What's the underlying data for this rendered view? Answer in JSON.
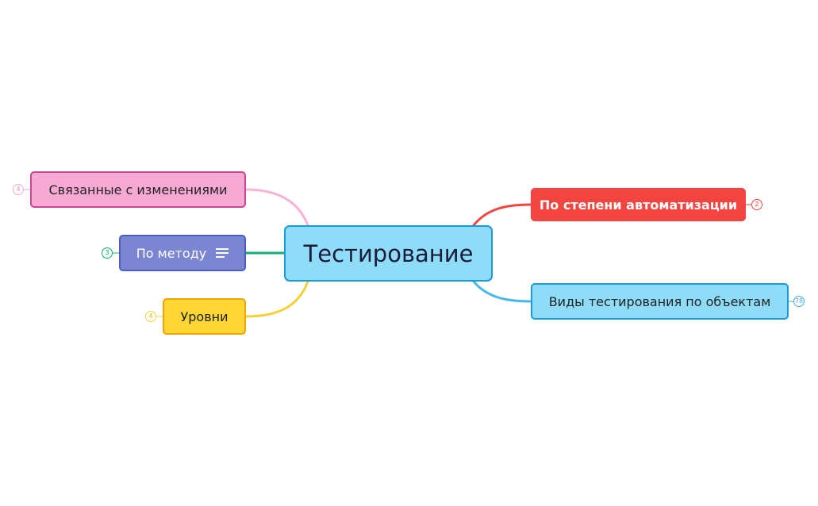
{
  "mindmap": {
    "central": {
      "label": "Тестирование"
    },
    "branches": [
      {
        "id": "changes",
        "label": "Связанные с изменениями",
        "child_count": "4",
        "color": "#f8a9d3"
      },
      {
        "id": "method",
        "label": "По методу",
        "child_count": "3",
        "color": "#7a86d2",
        "icon": "notes-icon"
      },
      {
        "id": "levels",
        "label": "Уровни",
        "child_count": "4",
        "color": "#ffd633"
      },
      {
        "id": "auto",
        "label": "По степени автоматизации",
        "child_count": "2",
        "color": "#f2453f"
      },
      {
        "id": "objects",
        "label": "Виды тестирования по объектам",
        "child_count": "78",
        "color": "#8fdcf8"
      }
    ],
    "connector_colors": {
      "changes": "#f8b4d6",
      "method": "#10b070",
      "levels": "#f3d13b",
      "auto": "#f2453f",
      "objects": "#4ab8ea"
    }
  }
}
